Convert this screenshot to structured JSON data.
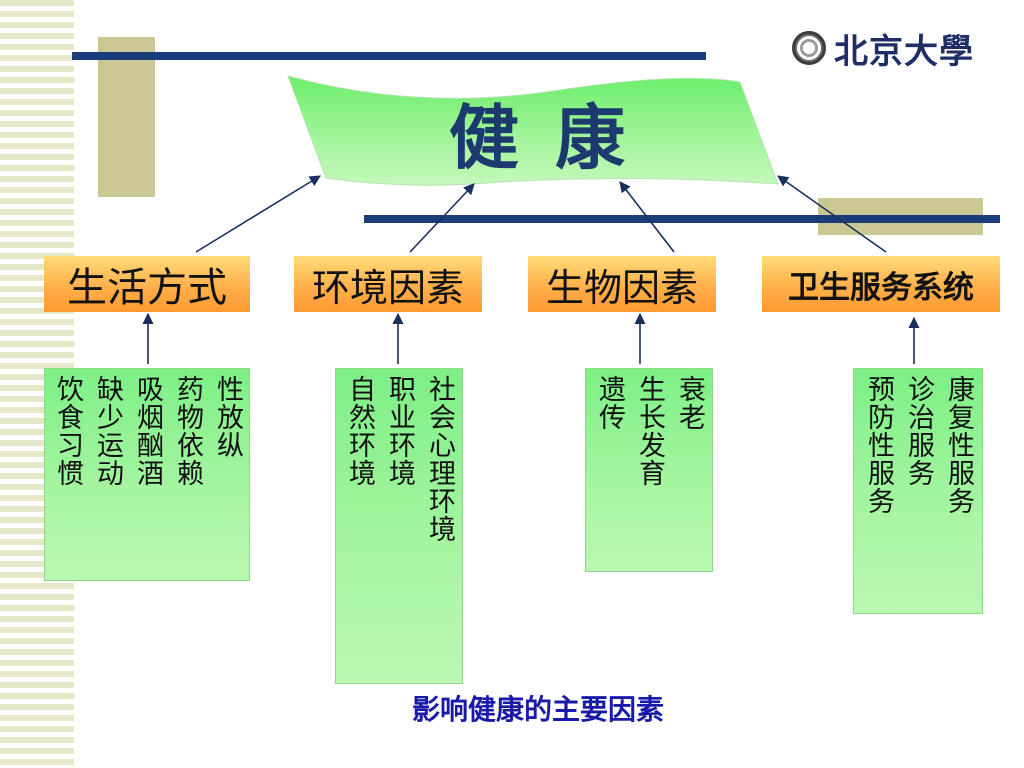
{
  "colors": {
    "navy": "#1b3d7a",
    "tan": "#cbc893",
    "banner_green": "#7ef07a",
    "factor_orange": "#ffb04a",
    "detail_green": "#a8f5a2",
    "caption_blue": "#1a1aa8"
  },
  "logo": {
    "icon": "university-seal-icon",
    "text": "北京大學"
  },
  "banner": {
    "title": "健 康"
  },
  "factors": [
    {
      "label": "生活方式",
      "details": [
        "性放纵",
        "药物依赖",
        "吸烟酗酒",
        "缺少运动",
        "饮食习惯"
      ]
    },
    {
      "label": "环境因素",
      "details": [
        "社会心理环境",
        "职业环境",
        "自然环境"
      ]
    },
    {
      "label": "生物因素",
      "details": [
        "衰老",
        "生长发育",
        "遗传"
      ]
    },
    {
      "label": "卫生服务系统",
      "details": [
        "康复性服务",
        "诊治服务",
        "预防性服务"
      ]
    }
  ],
  "caption": "影响健康的主要因素"
}
